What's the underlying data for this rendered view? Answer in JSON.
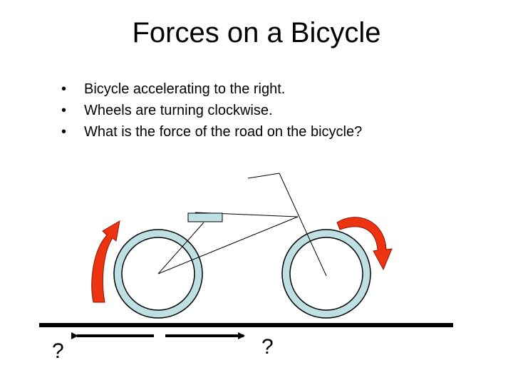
{
  "slide": {
    "title": "Forces on a Bicycle",
    "bullet_marker": "•",
    "bullets": [
      "Bicycle accelerating to the right.",
      "Wheels are turning clockwise.",
      "What is the force of the road on the bicycle?"
    ]
  },
  "diagram": {
    "left_label": "?",
    "right_label": "?",
    "colors": {
      "wheel_fill": "#bfe0e2",
      "wheel_stroke": "#000000",
      "rotation_arrow": "#ee3311",
      "road": "#000000",
      "seat": "#bfe0e2"
    },
    "icons": [
      "clockwise-arrow-icon",
      "double-headed-arrow-icon"
    ]
  }
}
